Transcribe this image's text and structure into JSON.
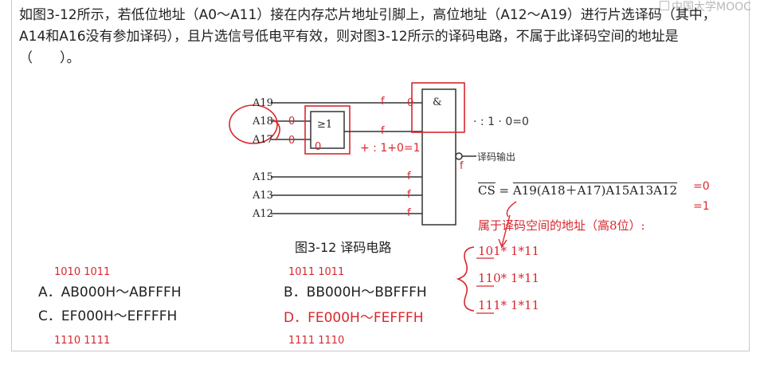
{
  "watermark": "中国大学MOOC",
  "question": {
    "text": "如图3-12所示，若低位地址（A0～A11）接在内存芯片地址引脚上，高位地址（A12～A19）进行片选译码（其中，A14和A16没有参加译码），且片选信号低电平有效，则对图3-12所示的译码电路，不属于此译码空间的地址是（　　）。"
  },
  "diagram": {
    "inputs": [
      "A19",
      "A18",
      "A17",
      "A15",
      "A13",
      "A12"
    ],
    "or_gate": "≥1",
    "and_gate": "&",
    "output_label": "译码输出",
    "caption": "图3-12  译码电路",
    "cs_prefix": "CS",
    "cs_expr": "A19(A18＋A17)A15A13A12",
    "symbol_or": "⩾"
  },
  "annotations": {
    "or_result": "+ : 1+0=1",
    "and_result": "· : 1 · 0=0",
    "eq0": "=0",
    "eq1": "=1",
    "belongs": "属于译码空间的地址（高8位）:",
    "row1": "101* 1*11",
    "row2": "110* 1*11",
    "row3": "111* 1*11",
    "handA": "1010 1011",
    "handB": "1011 1011",
    "handC": "1110 1111",
    "handD": "1111 1110"
  },
  "options": {
    "A": "A．AB000H～ABFFFH",
    "B": "B．BB000H～BBFFFH",
    "C": "C．EF000H～EFFFFH",
    "D": "D．FE000H～FEFFFH"
  },
  "colors": {
    "accent_red": "#d9272e",
    "text": "#222222"
  }
}
